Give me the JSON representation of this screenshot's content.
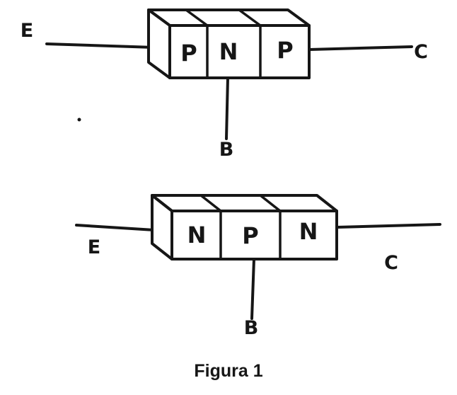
{
  "figure": {
    "caption": "Figura 1"
  },
  "colors": {
    "ink": "#161616",
    "background": "#ffffff"
  },
  "pnp": {
    "segments": [
      "P",
      "N",
      "P"
    ],
    "terminals": {
      "emitter": "E",
      "collector": "C",
      "base": "B"
    }
  },
  "npn": {
    "segments": [
      "N",
      "P",
      "N"
    ],
    "terminals": {
      "emitter": "E",
      "collector": "C",
      "base": "B"
    }
  }
}
